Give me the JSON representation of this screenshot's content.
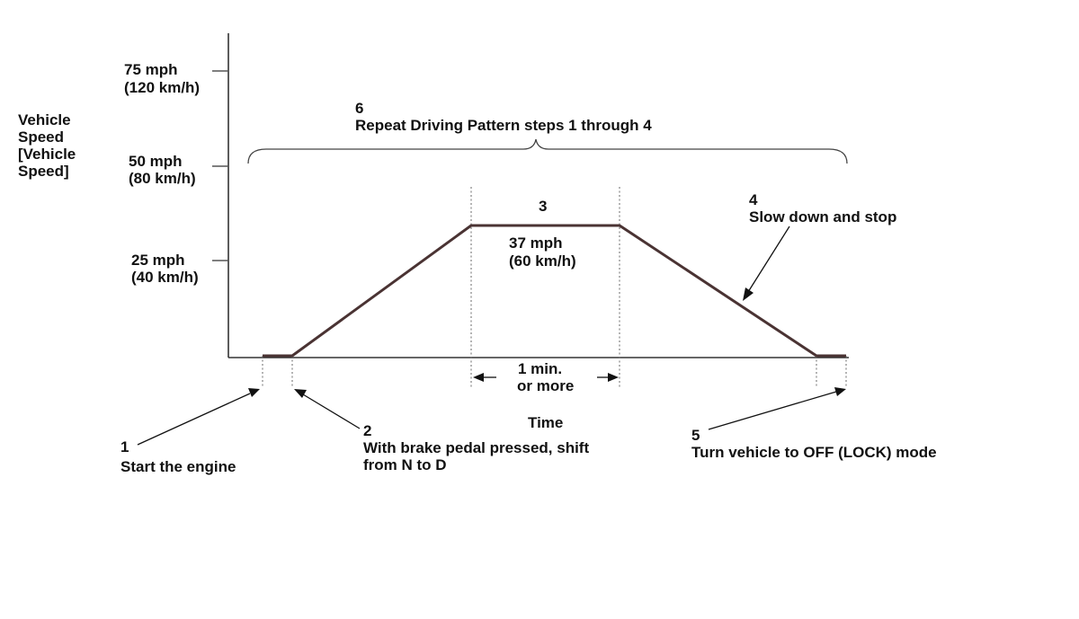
{
  "y_axis": {
    "title_lines": [
      "Vehicle",
      "Speed",
      "[Vehicle",
      "Speed]"
    ],
    "ticks": [
      {
        "line1": "75 mph",
        "line2": "(120 km/h)"
      },
      {
        "line1": "50 mph",
        "line2": "(80 km/h)"
      },
      {
        "line1": "25 mph",
        "line2": "(40 km/h)"
      }
    ]
  },
  "x_axis": {
    "title": "Time"
  },
  "steps": {
    "step1": {
      "number": "1",
      "text": "Start the engine"
    },
    "step2": {
      "number": "2",
      "line1": "With brake pedal pressed, shift",
      "line2": "from N to D"
    },
    "step3": {
      "number": "3",
      "line1": "37 mph",
      "line2": "(60 km/h)"
    },
    "step4": {
      "number": "4",
      "text": "Slow down and stop"
    },
    "step5": {
      "number": "5",
      "text": "Turn vehicle to OFF (LOCK) mode"
    },
    "step6": {
      "number": "6",
      "text": "Repeat Driving Pattern steps 1 through 4"
    }
  },
  "duration": {
    "line1": "1 min.",
    "line2": "or more"
  },
  "colors": {
    "profile": "#4a3333",
    "text": "#111111"
  }
}
